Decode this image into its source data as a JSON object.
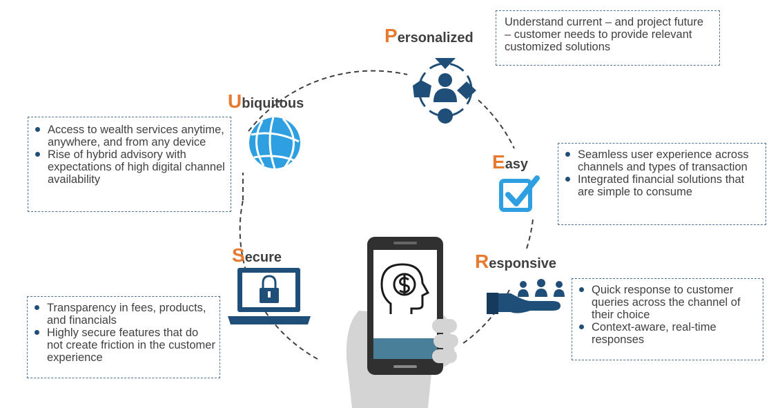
{
  "sections": {
    "personalized": {
      "initial": "P",
      "rest": "ersonalized",
      "text": "Understand current – and project future – customer needs to provide relevant customized solutions"
    },
    "ubiquitous": {
      "initial": "U",
      "rest": "biquitous",
      "bullets": [
        "Access to wealth services anytime, anywhere, and from any device",
        "Rise of hybrid advisory with expectations of high digital channel availability"
      ]
    },
    "easy": {
      "initial": "E",
      "rest": "asy",
      "bullets": [
        "Seamless user experience across channels and types of transaction",
        "Integrated financial solutions that are simple to consume"
      ]
    },
    "secure": {
      "initial": "S",
      "rest": "ecure",
      "bullets": [
        "Transparency in fees, products, and financials",
        "Highly secure features that do not create friction in the customer experience"
      ]
    },
    "responsive": {
      "initial": "R",
      "rest": "esponsive",
      "bullets": [
        "Quick response to customer queries across the channel of their choice",
        "Context-aware, real-time responses"
      ]
    }
  },
  "colors": {
    "accent": "#e87a2f",
    "navy": "#1f4e79",
    "light_blue": "#2e9fe0",
    "text": "#404040",
    "dashed_border": "#4a7196"
  },
  "icons": [
    "globe-icon",
    "customer-target-icon",
    "checkbox-icon",
    "laptop-lock-icon",
    "hand-people-icon",
    "phone-in-hand-icon",
    "head-dollar-icon"
  ]
}
